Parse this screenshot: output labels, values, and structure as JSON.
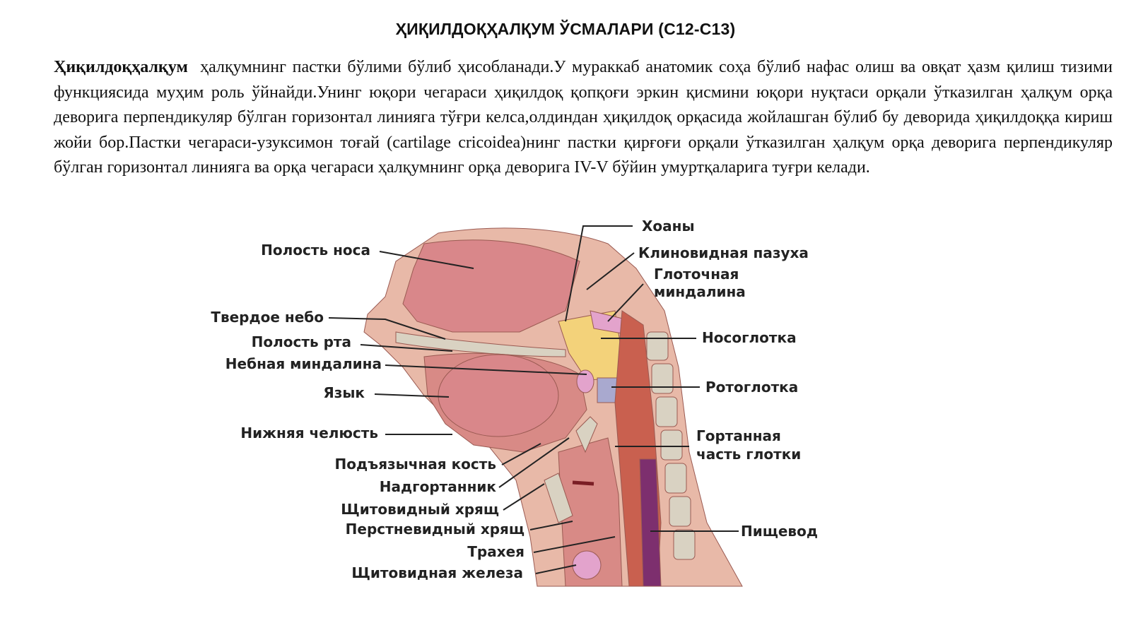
{
  "slide": {
    "title": "ҲИҚИЛДОҚҲАЛҚУМ ЎСМАЛАРИ (С12-С13)",
    "lead_term": "Ҳиқилдоқҳалқум",
    "paragraph": "ҳалқумнинг пастки бўлими бўлиб ҳисобланади.У мураккаб анатомик соҳа бўлиб нафас олиш ва овқат ҳазм қилиш тизими функциясида муҳим роль ўйнайди.Унинг юқори чегараси ҳиқилдоқ қопқоғи эркин қисмини юқори нуқтаси орқали ўтказилган ҳалқум орқа деворига перпендикуляр бўлган горизонтал линияга тўғри келса,олдиндан ҳиқилдоқ орқасида жойлашган бўлиб бу деворида ҳиқилдоққа кириш жойи бор.Пастки чегараси-узуксимон тоғай (cartilage cricoidea)нинг пастки қирғоғи орқали ўтказилган ҳалқум орқа деворига перпендикуляр бўлган горизонтал линияга ва орқа чегараси ҳалқумнинг орқа деворига IV-V бўйин умуртқаларига туғри келади."
  },
  "figure": {
    "left_labels": [
      "Полость носа",
      "Твердое небо",
      "Полость рта",
      "Небная миндалина",
      "Язык",
      "Нижняя челюсть",
      "Подъязычная кость",
      "Надгортанник",
      "Щитовидный хрящ",
      "Перстневидный хрящ",
      "Трахея",
      "Щитовидная железа"
    ],
    "right_labels": [
      "Хоаны",
      "Клиновидная пазуха",
      "Глоточная",
      "миндалина",
      "Носоглотка",
      "Ротоглотка",
      "Гортанная",
      "часть глотки",
      "Пищевод"
    ],
    "colors": {
      "skin": "#e8b9a8",
      "tissue": "#d88a86",
      "nasal": "#d9878a",
      "bone": "#d9d2c2",
      "nasopharynx": "#f3d27a",
      "oropharynx": "#a9a9cf",
      "muscle": "#c9604f",
      "esophagus": "#7d2f6e",
      "tonsil": "#e3a3cc"
    }
  }
}
